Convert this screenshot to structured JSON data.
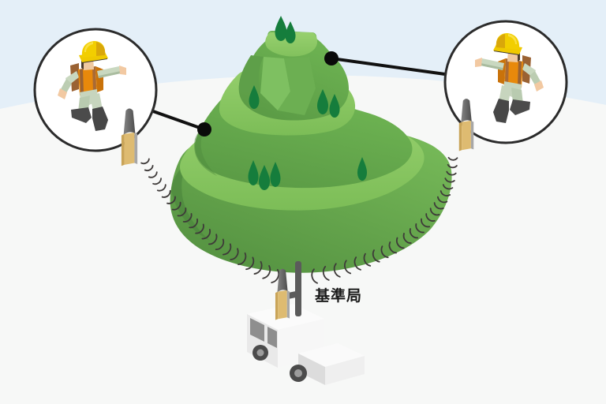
{
  "labels": {
    "base_station": "基準局"
  },
  "icons": {
    "left_callout": "surveyor-in-circle",
    "right_callout": "surveyor-in-circle",
    "left_device": "gnss-receiver",
    "right_device": "gnss-receiver",
    "base_device": "gnss-receiver-with-rod-antenna",
    "vehicle": "survey-van",
    "waves": "radio-wave-arcs",
    "mountain": "terraced-green-mountain"
  },
  "colors": {
    "sky": "#E4EFF8",
    "ground": "#F7F8F7",
    "mountain_light": "#8FCA67",
    "mountain_mid": "#6DB351",
    "mountain_dark": "#4F8C3E",
    "tree": "#157D3C",
    "wave": "#3E3A39",
    "outline": "#2B2B2B",
    "helmet_yellow": "#F2CE00",
    "vest_orange": "#E8890B",
    "receiver_tan": "#DEBB71",
    "receiver_gray": "#6F6F6F",
    "vehicle_white": "#F7F7F7"
  }
}
